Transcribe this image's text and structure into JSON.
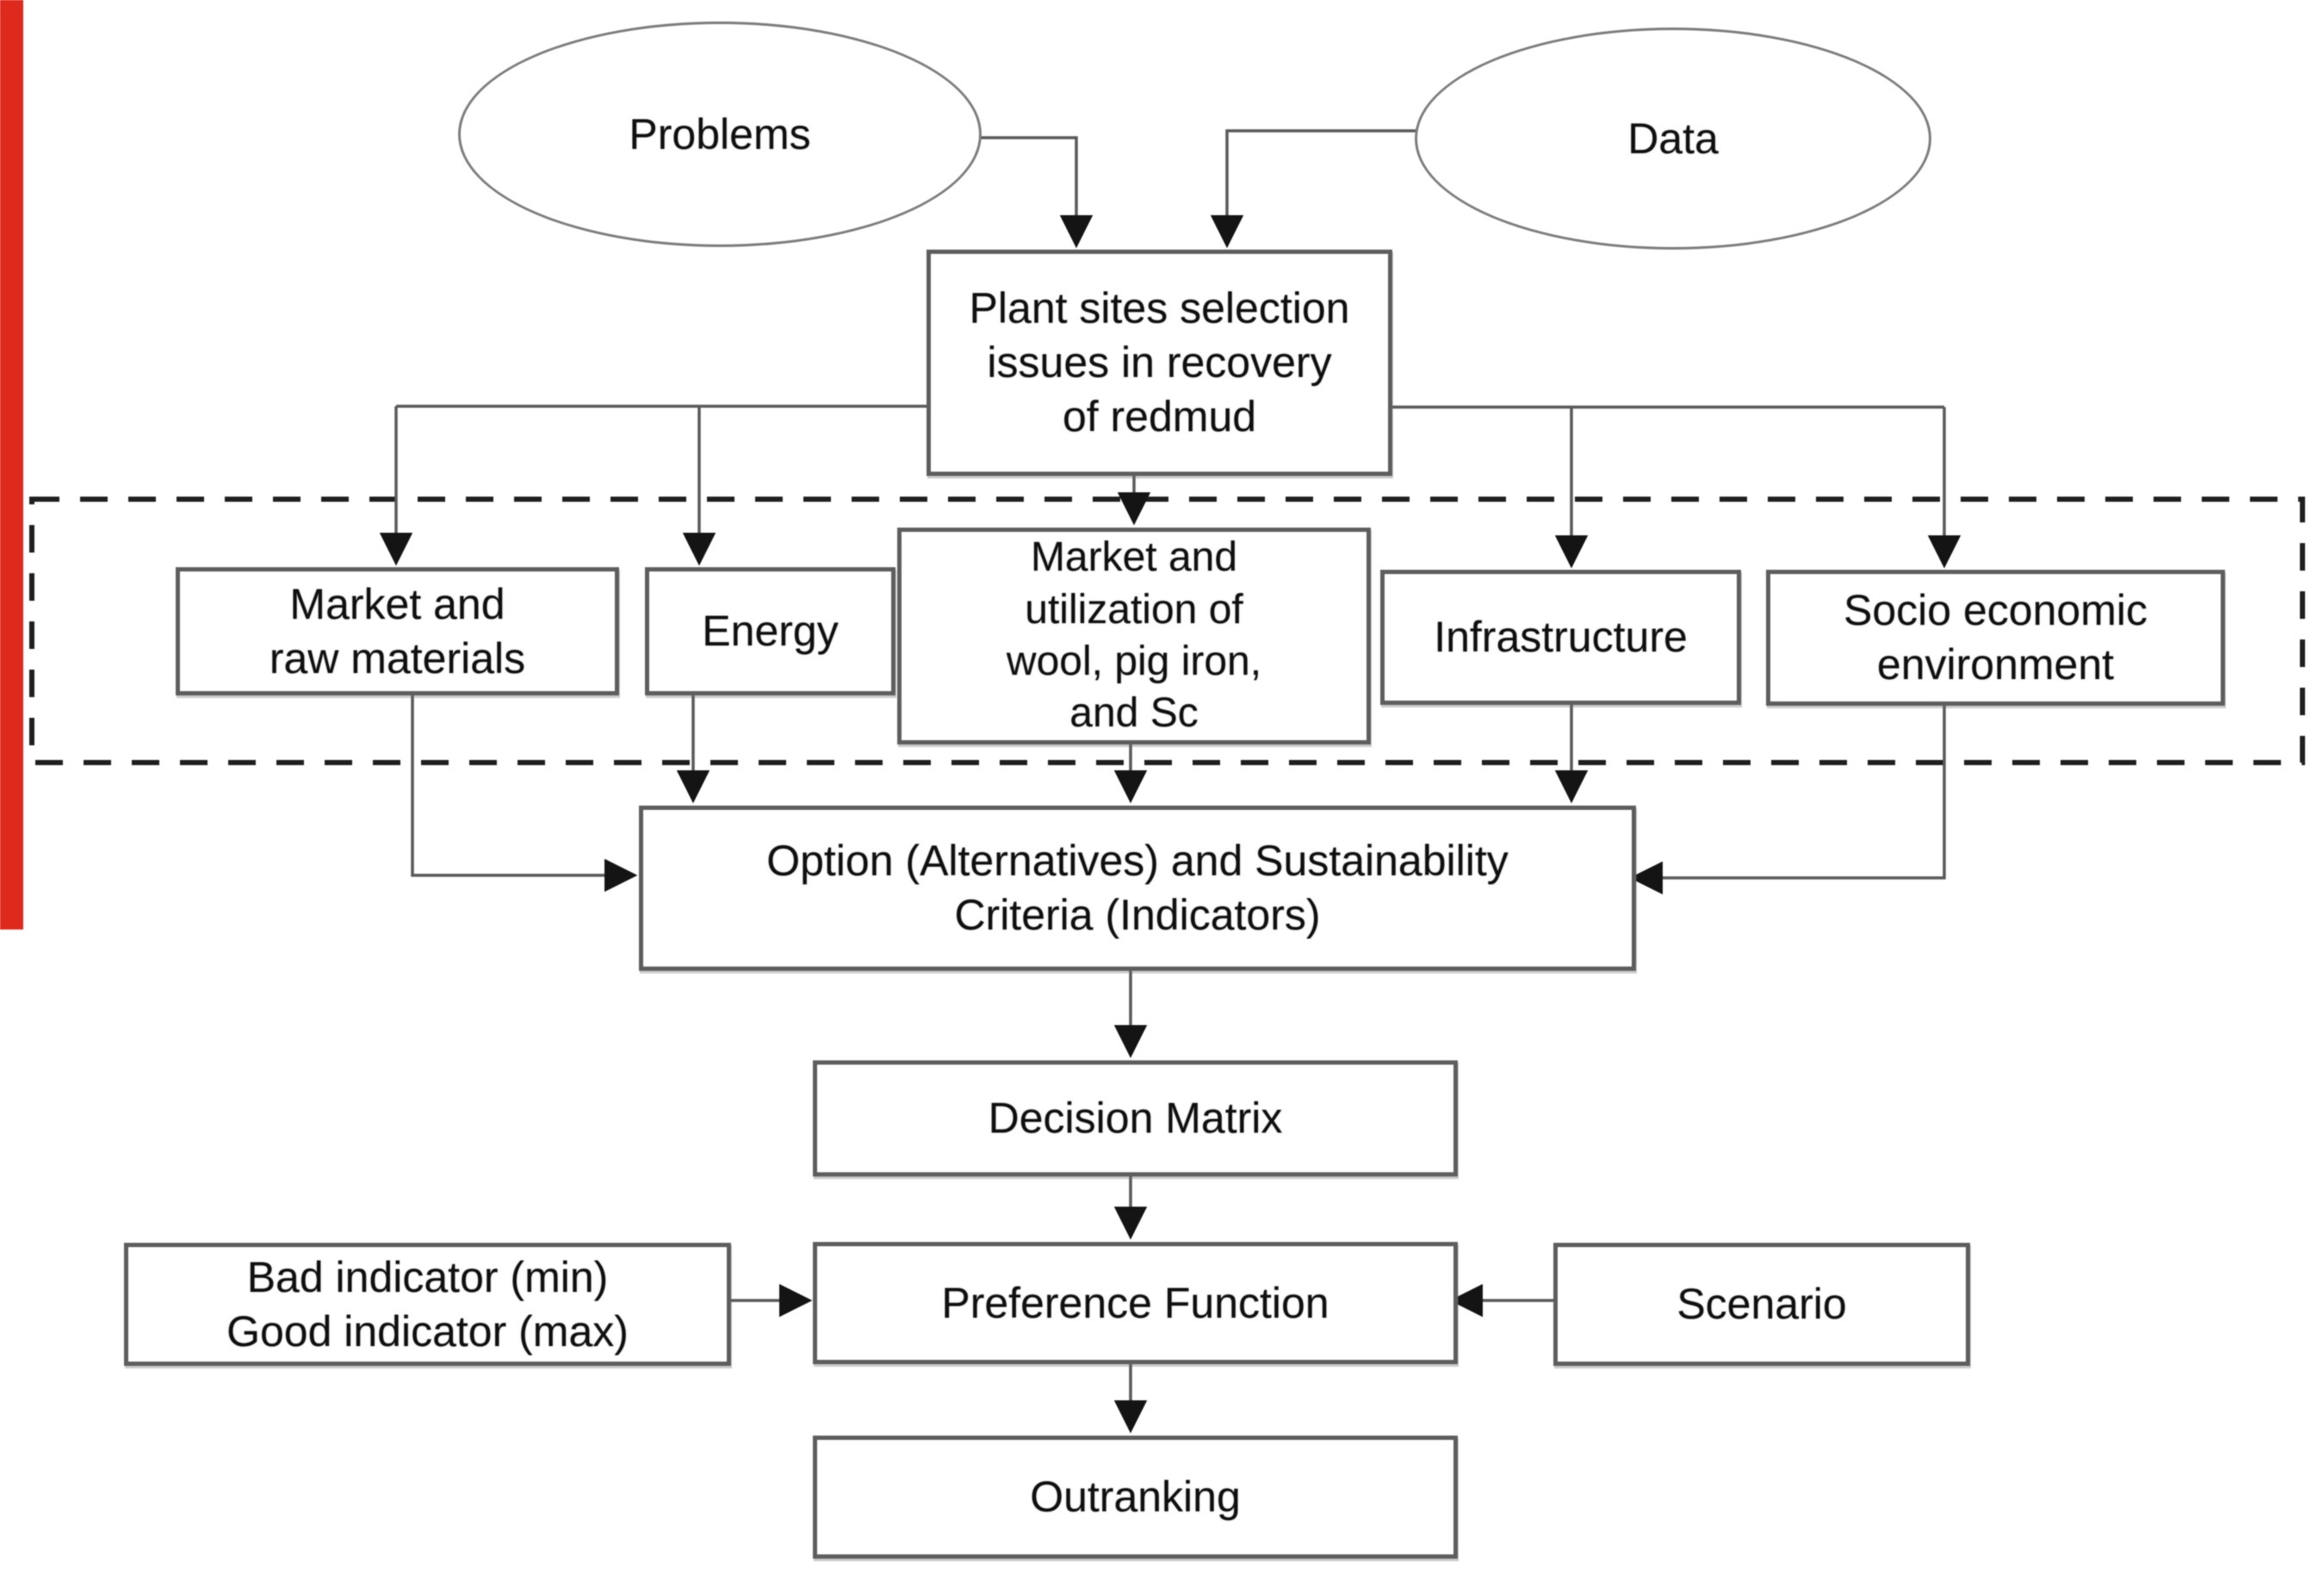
{
  "nodes": {
    "problems": {
      "label": "Problems",
      "shape": "ellipse"
    },
    "data": {
      "label": "Data",
      "shape": "ellipse"
    },
    "plant": {
      "label": "Plant sites selection\nissues in recovery\nof redmud",
      "shape": "rect"
    },
    "market_raw": {
      "label": "Market and\nraw materials",
      "shape": "rect"
    },
    "energy": {
      "label": "Energy",
      "shape": "rect"
    },
    "market_util": {
      "label": "Market and\nutilization of\nwool, pig iron,\nand Sc",
      "shape": "rect"
    },
    "infrastructure": {
      "label": "Infrastructure",
      "shape": "rect"
    },
    "socio": {
      "label": "Socio economic\nenvironment",
      "shape": "rect"
    },
    "option": {
      "label": "Option (Alternatives) and Sustainability\nCriteria (Indicators)",
      "shape": "rect"
    },
    "decision": {
      "label": "Decision Matrix",
      "shape": "rect"
    },
    "preference": {
      "label": "Preference Function",
      "shape": "rect"
    },
    "bad_good": {
      "label": "Bad indicator (min)\nGood indicator (max)",
      "shape": "rect"
    },
    "scenario": {
      "label": "Scenario",
      "shape": "rect"
    },
    "outranking": {
      "label": "Outranking",
      "shape": "rect"
    }
  },
  "edges": [
    {
      "from": "problems",
      "to": "plant"
    },
    {
      "from": "data",
      "to": "plant"
    },
    {
      "from": "plant",
      "to": "market_raw"
    },
    {
      "from": "plant",
      "to": "energy"
    },
    {
      "from": "plant",
      "to": "market_util"
    },
    {
      "from": "plant",
      "to": "infrastructure"
    },
    {
      "from": "plant",
      "to": "socio"
    },
    {
      "from": "market_raw",
      "to": "option"
    },
    {
      "from": "energy",
      "to": "option"
    },
    {
      "from": "market_util",
      "to": "option"
    },
    {
      "from": "infrastructure",
      "to": "option"
    },
    {
      "from": "socio",
      "to": "option"
    },
    {
      "from": "option",
      "to": "decision"
    },
    {
      "from": "decision",
      "to": "preference"
    },
    {
      "from": "bad_good",
      "to": "preference"
    },
    {
      "from": "scenario",
      "to": "preference"
    },
    {
      "from": "preference",
      "to": "outranking"
    }
  ],
  "colors": {
    "left_red_bar": "#de2a1c",
    "connector_line": "#5a5a5a",
    "box_border": "#5e5e5e",
    "dashed_group_border": "#1f1f1f",
    "text": "#101010",
    "background": "#ffffff"
  }
}
